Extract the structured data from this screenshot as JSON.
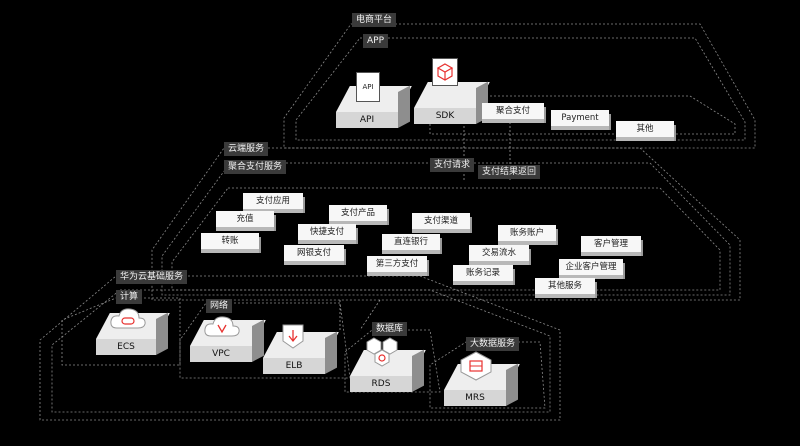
{
  "platform": {
    "label": "电商平台",
    "app_label": "APP",
    "api": {
      "icon_text": "API",
      "label": "API"
    },
    "sdk": {
      "label": "SDK"
    },
    "chips": [
      "聚合支付",
      "Payment",
      "其他"
    ]
  },
  "flows": {
    "request": "支付请求",
    "result": "支付结果返回"
  },
  "cloud": {
    "label": "云端服务",
    "aggregate_label": "聚合支付服务",
    "chips": [
      "支付应用",
      "支付产品",
      "支付渠道",
      "账务账户",
      "充值",
      "快捷支付",
      "直连银行",
      "客户管理",
      "转账",
      "网银支付",
      "交易流水",
      "第三方支付",
      "企业客户管理",
      "账务记录",
      "其他服务"
    ]
  },
  "infra": {
    "label": "华为云基础服务",
    "compute": {
      "label": "计算",
      "ecs": "ECS"
    },
    "network": {
      "label": "网络",
      "vpc": "VPC",
      "elb": "ELB"
    },
    "database": {
      "label": "数据库",
      "rds": "RDS"
    },
    "bigdata": {
      "label": "大数据服务",
      "mrs": "MRS"
    }
  },
  "colors": {
    "accent": "#e8312f",
    "tag_bg": "#3a3a3a",
    "chip_bg": "#f7f7f7"
  }
}
